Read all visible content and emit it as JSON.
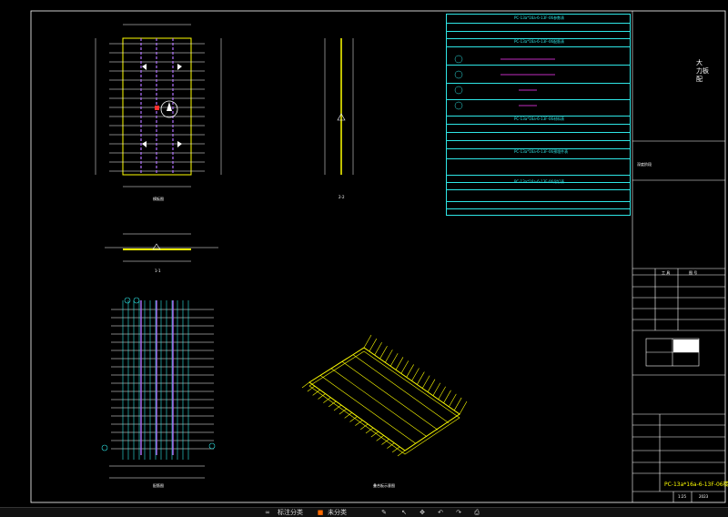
{
  "drawing": {
    "code": "PC-13a*16a-6-13F-06",
    "code_suffix": "楼板",
    "title_block": {
      "corner_text": "大\n力板\n配",
      "field1": "深度阶段",
      "scale": "1:25",
      "sheet_no": "2023",
      "header_a": "工 具",
      "header_b": "图 号"
    },
    "views": {
      "plan": "模板图",
      "section_1": "1-1",
      "section_2": "2-2",
      "rebar": "配筋图",
      "iso": "叠合板示意图"
    }
  },
  "tables": {
    "t1_title": "PC-13a*16a-6-13F-06参数表",
    "t2_title": "PC-13a*16a-6-13F-06配筋表",
    "t3_title": "PC-13a*16a-6-13F-06材料表",
    "t4_title": "PC-13a*16a-6-13F-06预埋件表",
    "t5_title": "PC-13a*16a-6-13F-06吊钉表"
  },
  "statusbar": {
    "item1": "标注分类",
    "item2": "未分类"
  },
  "colors": {
    "cyan": "#2ee6e6",
    "yellow": "#ffff00",
    "purple": "#b070ff",
    "white": "#ffffff"
  }
}
